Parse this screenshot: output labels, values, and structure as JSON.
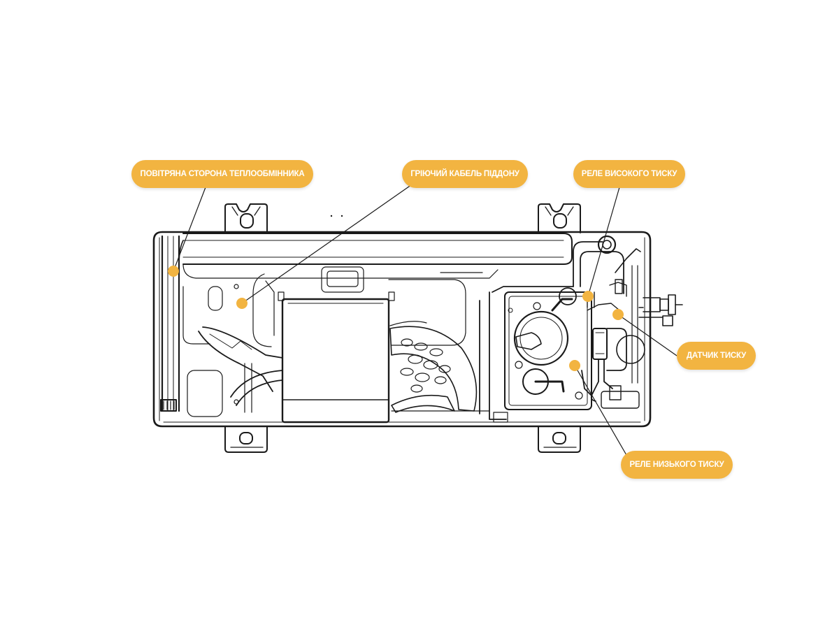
{
  "colors": {
    "accent": "#f2b441",
    "line": "#1a1a1a",
    "label_text": "#ffffff"
  },
  "callouts": {
    "air_side": "ПОВІТРЯНА СТОРОНА ТЕПЛООБМІННИКА",
    "drip_cable": "ГРІЮЧИЙ КАБЕЛЬ ПІДДОНУ",
    "high_pressure": "РЕЛЕ ВИСОКОГО ТИСКУ",
    "pressure_sensor": "ДАТЧИК ТИСКУ",
    "low_pressure": "РЕЛЕ НИЗЬКОГО ТИСКУ"
  }
}
